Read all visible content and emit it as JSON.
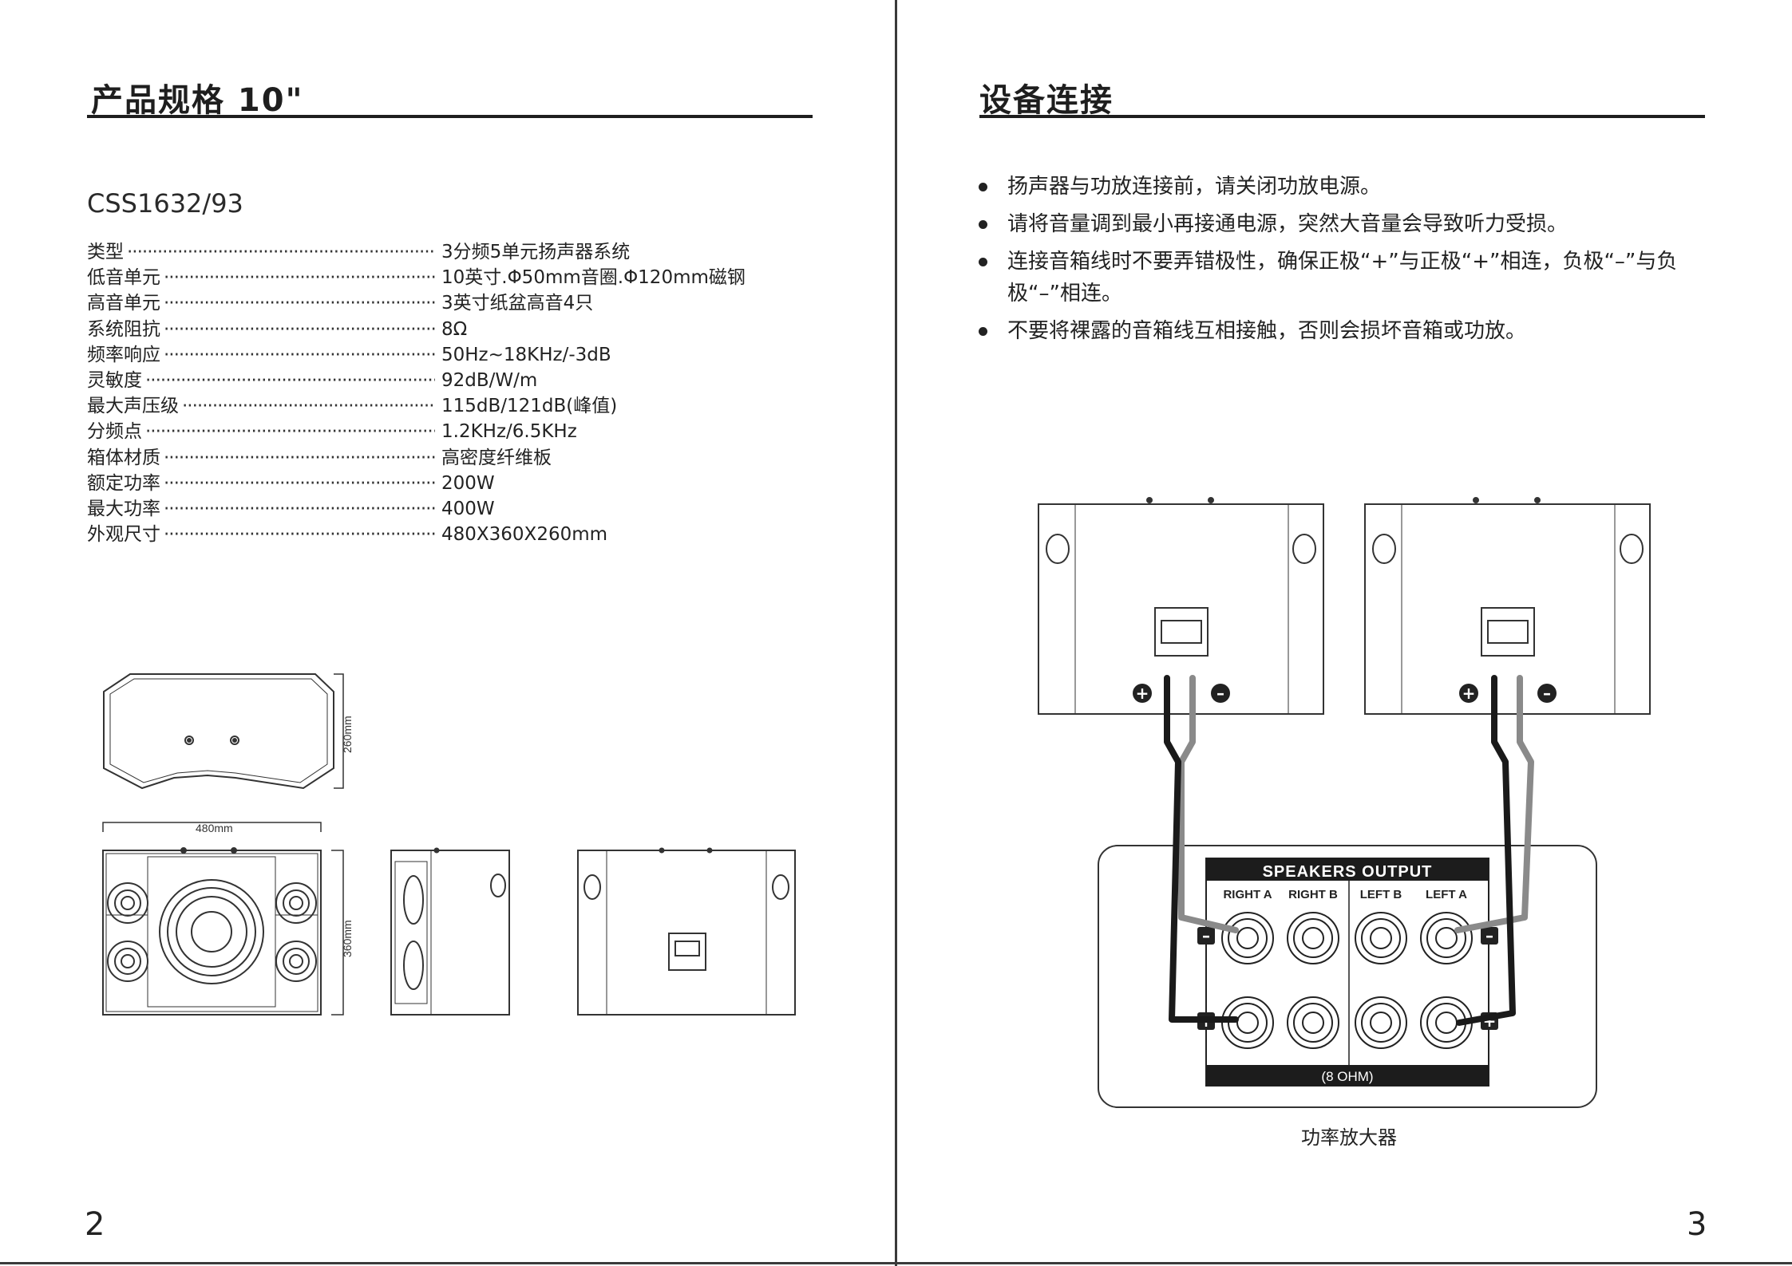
{
  "left_page": {
    "title": "产品规格 10\"",
    "model": "CSS1632/93",
    "specs": [
      {
        "label": "类型 ",
        "value": "3分频5单元扬声器系统"
      },
      {
        "label": "低音单元 ",
        "value": "10英寸.Φ50mm音圈.Φ120mm磁钢"
      },
      {
        "label": "高音单元 ",
        "value": "3英寸纸盆高音4只"
      },
      {
        "label": "系统阻抗 ",
        "value": "8Ω"
      },
      {
        "label": "频率响应 ",
        "value": "50Hz~18KHz/-3dB"
      },
      {
        "label": "灵敏度 ",
        "value": "92dB/W/m"
      },
      {
        "label": "最大声压级 ",
        "value": "115dB/121dB(峰值)"
      },
      {
        "label": "分频点 ",
        "value": "1.2KHz/6.5KHz"
      },
      {
        "label": "箱体材质 ",
        "value": "高密度纤维板"
      },
      {
        "label": "额定功率 ",
        "value": "200W"
      },
      {
        "label": "最大功率",
        "value": "400W"
      },
      {
        "label": "外观尺寸",
        "value": "480X360X260mm"
      }
    ],
    "dimensions": {
      "depth": "260mm",
      "width": "480mm",
      "height": "360mm"
    },
    "page_number": "2"
  },
  "right_page": {
    "title": "设备连接",
    "bullets": [
      "扬声器与功放连接前，请关闭功放电源。",
      "请将音量调到最小再接通电源，突然大音量会导致听力受损。",
      "连接音箱线时不要弄错极性，确保正极“+”与正极“+”相连，负极“–”与负极“–”相连。",
      "不要将裸露的音箱线互相接触，否则会损坏音箱或功放。"
    ],
    "amp": {
      "header": "SPEAKERS OUTPUT",
      "channels": [
        "RIGHT A",
        "RIGHT B",
        "LEFT B",
        "LEFT A"
      ],
      "impedance": "(8 OHM)",
      "caption": "功率放大器"
    },
    "page_number": "3"
  }
}
